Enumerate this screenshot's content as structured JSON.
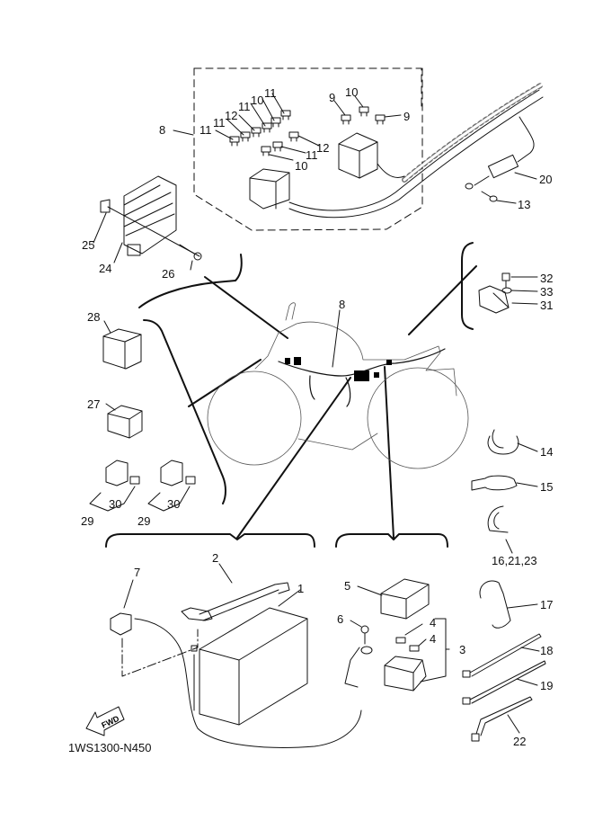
{
  "diagram": {
    "title_code": "1WS1300-N450",
    "fwd_label": "FWD",
    "colors": {
      "line": "#111111",
      "background": "#ffffff",
      "fill_dark": "#000000"
    },
    "callouts": {
      "p1": "1",
      "p2": "2",
      "p3": "3",
      "p4a": "4",
      "p4b": "4",
      "p5": "5",
      "p6": "6",
      "p7": "7",
      "p8_top": "8",
      "p8_bike": "8",
      "p9a": "9",
      "p9b": "9",
      "p10a": "10",
      "p10b": "10",
      "p10c": "10",
      "p11a": "11",
      "p11b": "11",
      "p11c": "11",
      "p11d": "11",
      "p11e": "11",
      "p12a": "12",
      "p12b": "12",
      "p13": "13",
      "p14": "14",
      "p15": "15",
      "p16": "16,21,23",
      "p17": "17",
      "p18": "18",
      "p19": "19",
      "p20": "20",
      "p22": "22",
      "p24": "24",
      "p25": "25",
      "p26": "26",
      "p27": "27",
      "p28": "28",
      "p29a": "29",
      "p29b": "29",
      "p30a": "30",
      "p30b": "30",
      "p31": "31",
      "p32": "32",
      "p33": "33"
    },
    "groups": [
      {
        "name": "fuse-box-assembly",
        "parts": [
          "8",
          "9",
          "10",
          "11",
          "12"
        ]
      },
      {
        "name": "rectifier-regulator",
        "parts": [
          "24",
          "25",
          "26"
        ]
      },
      {
        "name": "sensor-bracket",
        "parts": [
          "31",
          "32",
          "33"
        ]
      },
      {
        "name": "relays",
        "parts": [
          "27",
          "28",
          "29",
          "30"
        ]
      },
      {
        "name": "battery",
        "parts": [
          "1",
          "2",
          "7"
        ]
      },
      {
        "name": "starter-relay",
        "parts": [
          "3",
          "4",
          "5",
          "6"
        ]
      },
      {
        "name": "clamps-and-ties",
        "parts": [
          "13",
          "14",
          "15",
          "16,21,23",
          "17",
          "18",
          "19",
          "20",
          "22"
        ]
      }
    ]
  }
}
